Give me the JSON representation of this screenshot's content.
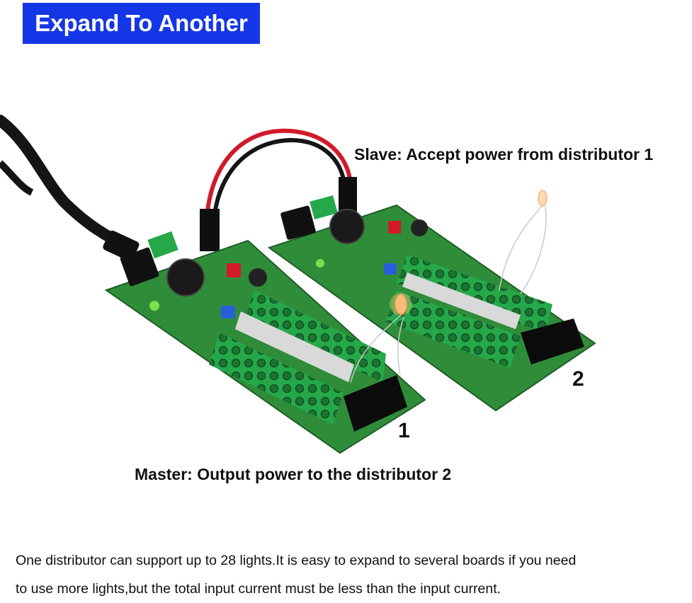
{
  "banner": {
    "title": "Expand To Another"
  },
  "labels": {
    "slave": "Slave: Accept power from distributor 1",
    "master": "Master: Output power to the distributor 2",
    "board1_number": "1",
    "board2_number": "2"
  },
  "description": {
    "line1": "One distributor can support up to 28 lights.It is easy to expand to several boards if you need",
    "line2": "to use more lights,but the total input current must be less than the input current."
  },
  "colors": {
    "banner_bg": "#1536e6",
    "pcb_green": "#2f8d3a",
    "terminal_green": "#25a84a",
    "wire_red": "#d11a2a",
    "wire_black": "#151515"
  }
}
